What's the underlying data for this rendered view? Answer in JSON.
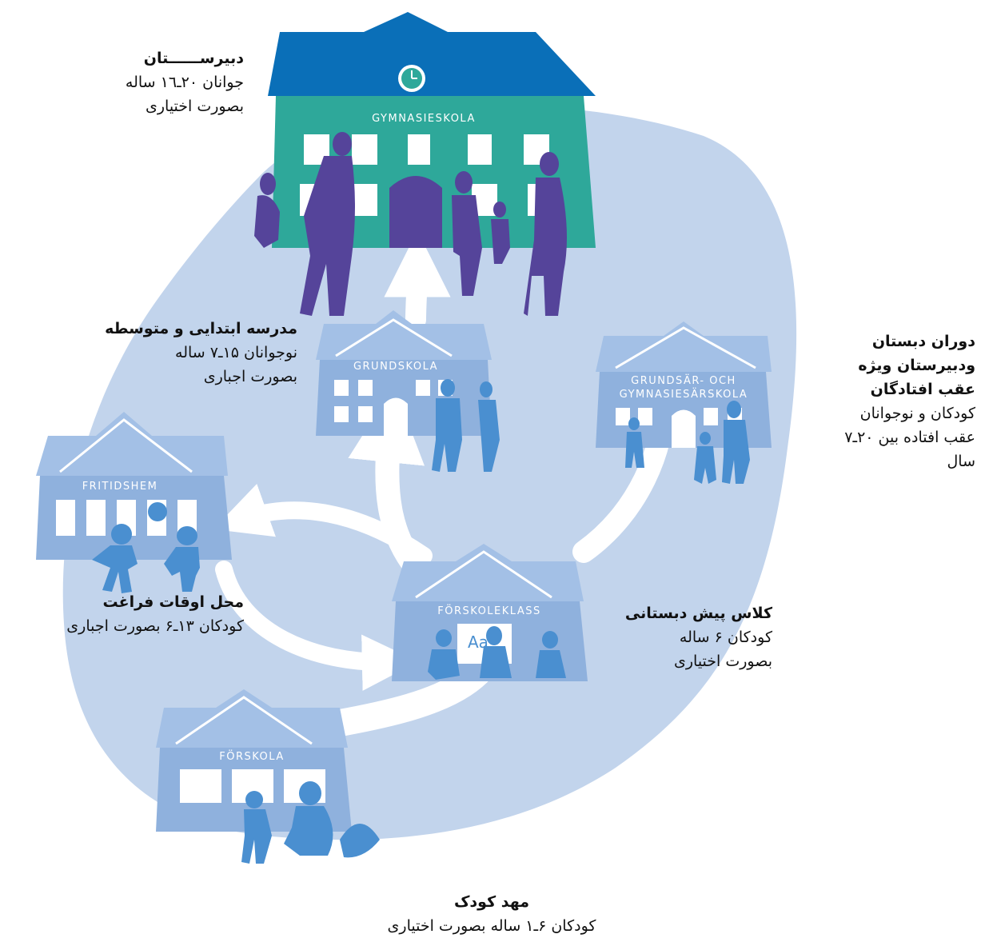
{
  "colors": {
    "blob": "#c2d4ec",
    "blob_edge": "#a9c1e2",
    "gymnasium_building": "#2ea89a",
    "gymnasium_roof": "#0a6fb8",
    "people_gymnasium": "#55449a",
    "small_buildings": "#8fb1dd",
    "small_roofs": "#a3c0e6",
    "people_blue": "#4a8fd0",
    "arrows": "#ffffff"
  },
  "schools": {
    "gymnasieskola": "GYMNASIESKOLA",
    "grundskola": "GRUNDSKOLA",
    "grundsar_line1": "GRUNDSÄR- OCH",
    "grundsar_line2": "GYMNASIESÄRSKOLA",
    "fritidshem": "FRITIDSHEM",
    "forskoleklass": "FÖRSKOLEKLASS",
    "forskoleklass_board": "Aa",
    "forskola": "FÖRSKOLA"
  },
  "labels": {
    "gymnasium": {
      "title": "دبیرســــــتان",
      "line1": "جوانان ۲۰ـ۱٦ ساله",
      "line2": "بصورت اختیاری"
    },
    "grundskola": {
      "title": "مدرسه ابتدایی و متوسطه",
      "line1": "نوجوانان ۱۵ـ۷ ساله",
      "line2": "بصورت اجباری"
    },
    "grundsar": {
      "title_line1": "دوران دبستان",
      "title_line2": "ودبیرستان ویژه",
      "title_line3": "عقب افتادگان",
      "line1": "کودکان و نوجوانان",
      "line2": "عقب افتاده بین ۲۰ـ۷",
      "line3": "سال"
    },
    "fritidshem": {
      "title": "محل اوقات فراغت",
      "line1": "کودکان ۱۳ـ۶ بصورت اجباری"
    },
    "forskoleklass": {
      "title": "کلاس پیش دبستانی",
      "line1": "کودکان ۶ ساله",
      "line2": "بصورت اختیاری"
    },
    "forskola": {
      "title": "مهد کودک",
      "line1": "کودکان ۶ـ۱ ساله بصورت اختیاری"
    }
  }
}
